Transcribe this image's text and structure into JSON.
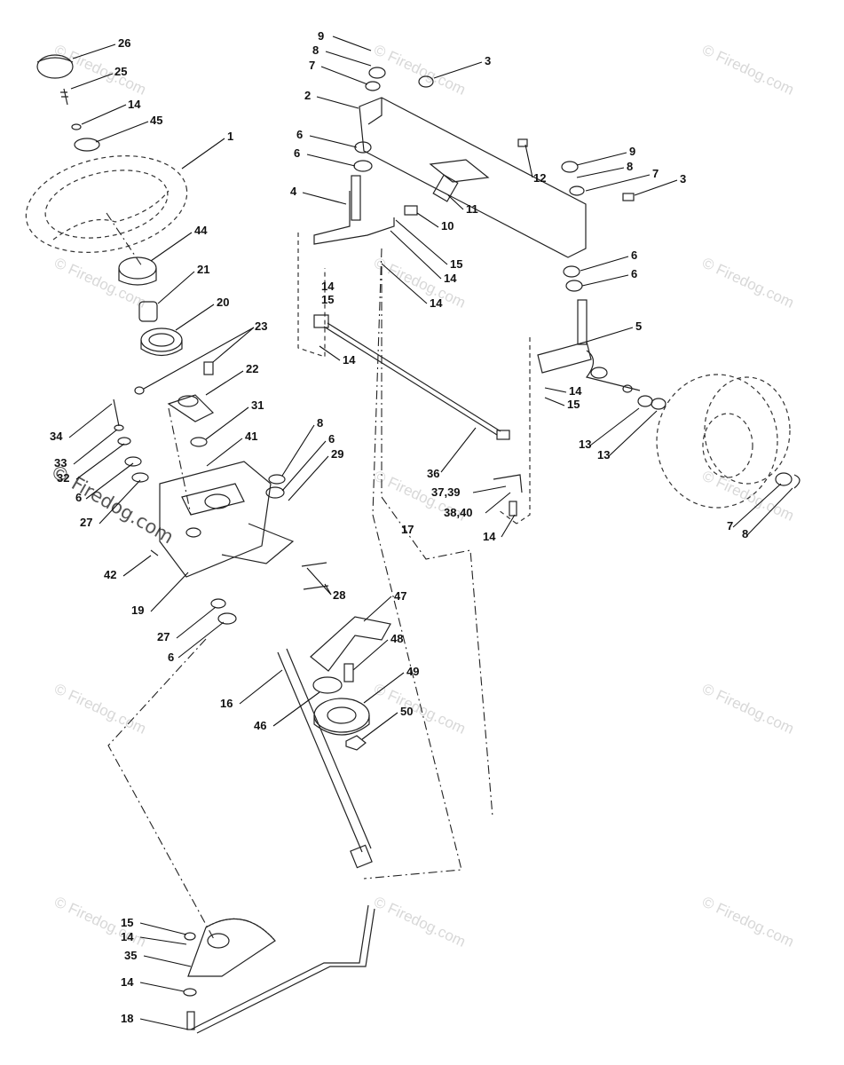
{
  "watermark": "© Firedog.com",
  "watermark_large": "© Firedog.com",
  "labels": [
    "26",
    "25",
    "14",
    "45",
    "1",
    "44",
    "21",
    "20",
    "23",
    "22",
    "31",
    "41",
    "8",
    "6",
    "29",
    "34",
    "33",
    "32",
    "6",
    "27",
    "42",
    "19",
    "27",
    "6",
    "28",
    "16",
    "47",
    "48",
    "49",
    "46",
    "50",
    "9",
    "8",
    "7",
    "3",
    "2",
    "6",
    "6",
    "4",
    "12",
    "9",
    "8",
    "7",
    "3",
    "11",
    "10",
    "15",
    "14",
    "14",
    "6",
    "6",
    "14",
    "15",
    "14",
    "5",
    "14",
    "15",
    "13",
    "13",
    "7",
    "8",
    "36",
    "37,39",
    "38,40",
    "17",
    "14",
    "15",
    "14",
    "35",
    "14",
    "18"
  ]
}
